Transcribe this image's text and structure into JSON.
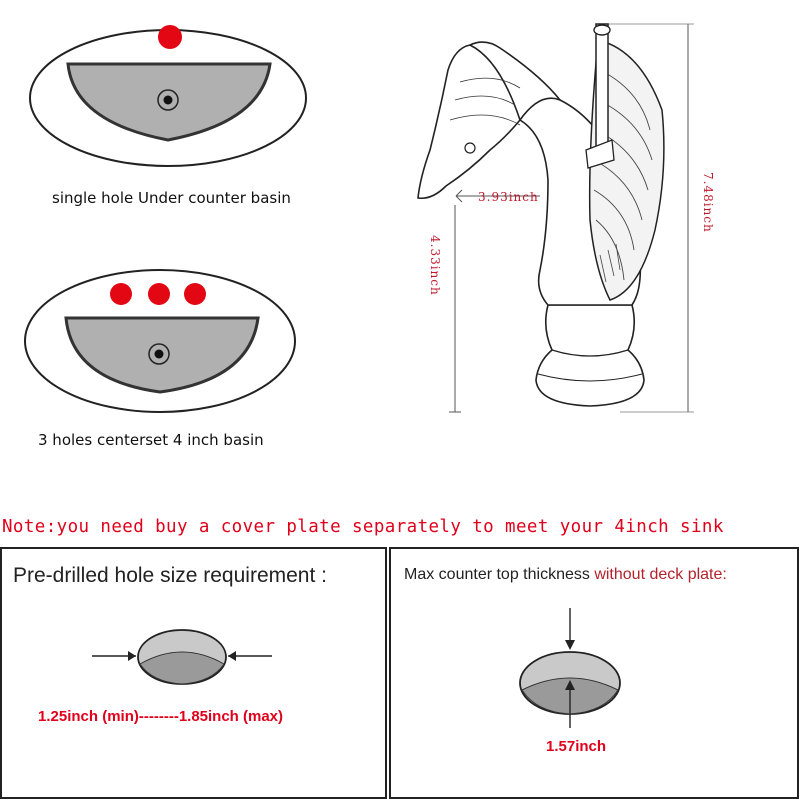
{
  "basins": [
    {
      "caption": "single hole Under counter basin",
      "holes": 1
    },
    {
      "caption": "3 holes centerset 4 inch basin",
      "holes": 3
    }
  ],
  "faucet": {
    "spout_reach": "3.93inch",
    "spout_height": "4.33inch",
    "total_height": "7.48inch"
  },
  "note": "Note:you need buy a cover plate separately to meet your 4inch sink",
  "hole_box": {
    "title": "Pre-drilled hole size requirement :",
    "range": "1.25inch (min)--------1.85inch (max)"
  },
  "thickness_box": {
    "title_prefix": "Max counter top thickness ",
    "title_highlight": "without deck plate:",
    "value": "1.57inch"
  },
  "colors": {
    "hole_red": "#e30613",
    "note_red": "#e0001b",
    "basin_gray": "#b0b0b0",
    "box_border": "#222222"
  }
}
